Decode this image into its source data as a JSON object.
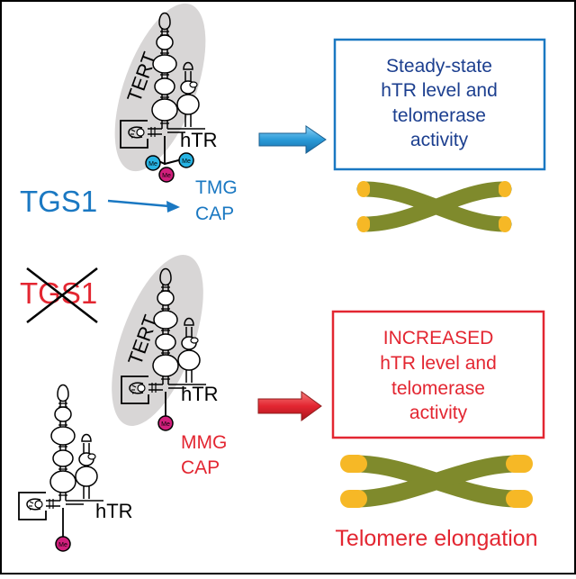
{
  "top_panel": {
    "tert_label": "TERT",
    "htr_label": "hTR",
    "me_label": "Me",
    "tgs1_label": "TGS1",
    "cap_line1": "TMG",
    "cap_line2": "CAP",
    "result_box": {
      "line1": "Steady-state",
      "line2": "hTR level and",
      "line3": "telomerase",
      "line4": "activity"
    }
  },
  "bottom_panel": {
    "tgs1_label": "TGS1",
    "tert_label": "TERT",
    "htr_label": "hTR",
    "free_htr_label": "hTR",
    "me_label": "Me",
    "cap_line1": "MMG",
    "cap_line2": "CAP",
    "result_box": {
      "line1": "INCREASED",
      "line2": "hTR level and",
      "line3": "telomerase",
      "line4": "activity"
    },
    "outcome": "Telomere elongation"
  },
  "colors": {
    "blue": "#1a78c2",
    "navy": "#1c3f8f",
    "red": "#e32631",
    "tert_gray": "#d8d6d6",
    "chromatid": "#7f8a2c",
    "telomere": "#f6b826",
    "me_cyan": "#27b3e3",
    "me_magenta": "#d11f7c"
  }
}
